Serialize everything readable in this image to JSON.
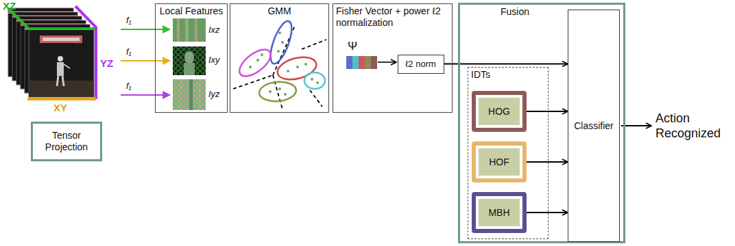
{
  "diagram": {
    "nodes": [
      {
        "text": [
          "Tensor Projection"
        ]
      },
      {
        "text": [
          "Local Features"
        ]
      },
      {
        "text": [
          "GMM"
        ]
      },
      {
        "text": [
          "Fisher Vector + power ℓ2 normalization"
        ]
      },
      {
        "text": [
          "ℓ2 norm"
        ],
        "in": 3
      },
      {
        "text": [
          "Fusion"
        ]
      },
      {
        "text": [
          "IDTs"
        ],
        "in": 5
      },
      {
        "text": [
          "HOG"
        ],
        "in": 6
      },
      {
        "text": [
          "HOF"
        ],
        "in": 6
      },
      {
        "text": [
          "MBH"
        ],
        "in": 6
      },
      {
        "text": [
          "Classifier"
        ],
        "in": 5
      }
    ],
    "edges": [
      {
        "from": 4,
        "to": 10,
        "arrow": "to"
      },
      {
        "from": 7,
        "to": 10,
        "arrow": "to"
      },
      {
        "from": 8,
        "to": 10,
        "arrow": "to"
      },
      {
        "from": 9,
        "to": 10,
        "arrow": "to"
      }
    ],
    "labels": [
      "XZ",
      "YZ",
      "XY",
      "f₁",
      "f₁",
      "f₁",
      "Ixz",
      "Ixy",
      "Iyz",
      "Ψ",
      "Action Recognized"
    ]
  }
}
